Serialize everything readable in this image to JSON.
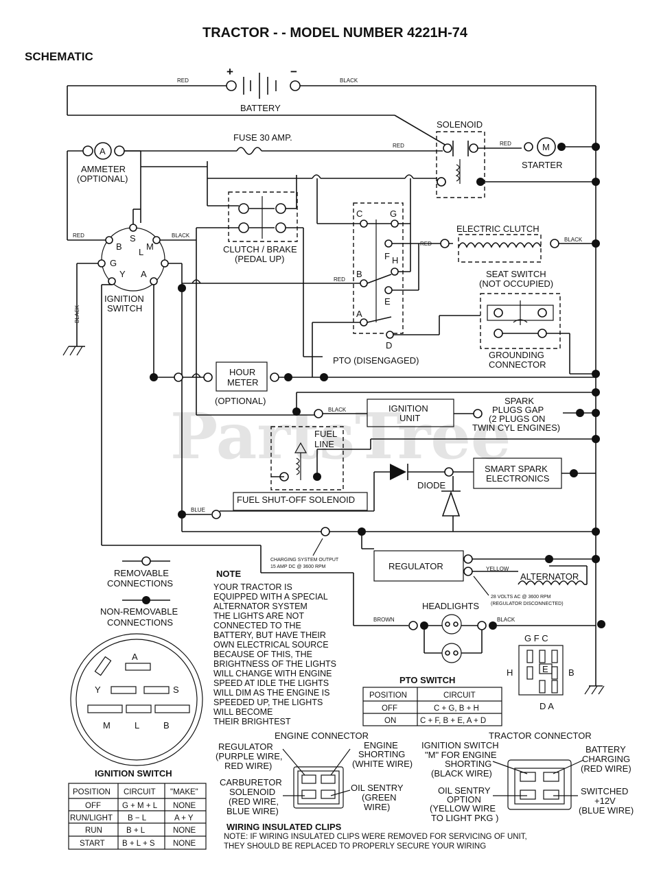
{
  "title": "TRACTOR - - MODEL NUMBER 4221H-74",
  "subtitle": "SCHEMATIC",
  "watermark": "PartsTree",
  "components": {
    "battery": "BATTERY",
    "battery_plus": "+",
    "battery_minus": "−",
    "solenoid": "SOLENOID",
    "starter": "STARTER",
    "starter_symbol": "M",
    "fuse": "FUSE 30 AMP.",
    "ammeter_symbol": "A",
    "ammeter_l1": "AMMETER",
    "ammeter_l2": "(OPTIONAL)",
    "clutch_brake_l1": "CLUTCH / BRAKE",
    "clutch_brake_l2": "(PEDAL UP)",
    "electric_clutch": "ELECTRIC CLUTCH",
    "seat_switch_l1": "SEAT SWITCH",
    "seat_switch_l2": "(NOT OCCUPIED)",
    "grounding_l1": "GROUNDING",
    "grounding_l2": "CONNECTOR",
    "pto_disengaged": "PTO (DISENGAGED)",
    "pto_letters": [
      "C",
      "G",
      "F",
      "H",
      "B",
      "E",
      "A",
      "D"
    ],
    "ignition_switch_l1": "IGNITION",
    "ignition_switch_l2": "SWITCH",
    "ign_letters": [
      "S",
      "B",
      "L",
      "M",
      "G",
      "Y",
      "A"
    ],
    "hour_meter_l1": "HOUR",
    "hour_meter_l2": "METER",
    "hour_meter_l3": "(OPTIONAL)",
    "ignition_unit_l1": "IGNITION",
    "ignition_unit_l2": "UNIT",
    "spark_l1": "SPARK",
    "spark_l2": "PLUGS GAP",
    "spark_l3": "(2 PLUGS ON",
    "spark_l4": "TWIN CYL  ENGINES)",
    "fuel_line_l1": "FUEL",
    "fuel_line_l2": "LINE",
    "fuel_solenoid": "FUEL SHUT-OFF SOLENOID",
    "diode": "DIODE",
    "smart_spark_l1": "SMART SPARK",
    "smart_spark_l2": "ELECTRONICS",
    "regulator": "REGULATOR",
    "alternator": "ALTERNATOR",
    "charging_l1": "CHARGING SYSTEM OUTPUT",
    "charging_l2": "15 AMP DC @ 3600 RPM",
    "alt_volts_l1": "28 VOLTS AC @ 3600 RPM",
    "alt_volts_l2": "(REGULATOR DISCONNECTED)",
    "headlights": "HEADLIGHTS"
  },
  "wire_labels": {
    "red": "RED",
    "black": "BLACK",
    "blue": "BLUE",
    "yellow": "YELLOW",
    "brown": "BROWN"
  },
  "legend": {
    "removable_l1": "REMOVABLE",
    "removable_l2": "CONNECTIONS",
    "nonremovable_l1": "NON-REMOVABLE",
    "nonremovable_l2": "CONNECTIONS"
  },
  "note": {
    "heading": "NOTE",
    "lines": [
      "YOUR TRACTOR IS",
      "EQUIPPED WITH A SPECIAL",
      "ALTERNATOR SYSTEM",
      "THE LIGHTS ARE NOT",
      "CONNECTED TO THE",
      "BATTERY, BUT HAVE THEIR",
      "OWN ELECTRICAL SOURCE",
      "BECAUSE OF THIS, THE",
      "BRIGHTNESS OF THE LIGHTS",
      "WILL CHANGE WITH ENGINE",
      "SPEED   AT IDLE THE LIGHTS",
      "WILL DIM   AS THE ENGINE IS",
      "SPEEDED UP, THE LIGHTS",
      "WILL BECOME",
      "THEIR BRIGHTEST"
    ]
  },
  "ignition_face": {
    "letters": [
      "A",
      "Y",
      "S",
      "M",
      "L",
      "B"
    ],
    "caption": "IGNITION SWITCH"
  },
  "ignition_table": {
    "headers": [
      "POSITION",
      "CIRCUIT",
      "\"MAKE\""
    ],
    "rows": [
      [
        "OFF",
        "G + M + L",
        "NONE"
      ],
      [
        "RUN/LIGHT",
        "B − L",
        "A + Y"
      ],
      [
        "RUN",
        "B + L",
        "NONE"
      ],
      [
        "START",
        "B + L + S",
        "NONE"
      ]
    ]
  },
  "pto_table": {
    "caption": "PTO SWITCH",
    "headers": [
      "POSITION",
      "CIRCUIT"
    ],
    "rows": [
      [
        "OFF",
        "C + G, B + H"
      ],
      [
        "ON",
        "C + F, B + E, A + D"
      ]
    ]
  },
  "pto_face": {
    "top": "G F C",
    "left": "H",
    "right": "B",
    "center": "E",
    "bottom": "D A"
  },
  "engine_connector": {
    "title": "ENGINE CONNECTOR",
    "regulator_l1": "REGULATOR",
    "regulator_l2": "(PURPLE WIRE,",
    "regulator_l3": "RED WIRE)",
    "shorting_l1": "ENGINE",
    "shorting_l2": "SHORTING",
    "shorting_l3": "(WHITE WIRE)",
    "carb_l1": "CARBURETOR",
    "carb_l2": "SOLENOID",
    "carb_l3": "(RED WIRE,",
    "carb_l4": "BLUE WIRE)",
    "oil_l1": "OIL SENTRY",
    "oil_l2": "(GREEN",
    "oil_l3": "WIRE)"
  },
  "tractor_connector": {
    "title": "TRACTOR CONNECTOR",
    "ign_l1": "IGNITION SWITCH",
    "ign_l2": "\"M\" FOR ENGINE",
    "ign_l3": "SHORTING",
    "ign_l4": "(BLACK WIRE)",
    "batt_l1": "BATTERY",
    "batt_l2": "CHARGING",
    "batt_l3": "(RED WIRE)",
    "oil_l1": "OIL SENTRY",
    "oil_l2": "OPTION",
    "oil_l3": "(YELLOW WIRE",
    "oil_l4": "TO LIGHT PKG )",
    "sw_l1": "SWITCHED",
    "sw_l2": "+12V",
    "sw_l3": "(BLUE WIRE)"
  },
  "clips": {
    "title": "WIRING INSULATED CLIPS",
    "l1": "NOTE: IF WIRING INSULATED CLIPS WERE REMOVED FOR SERVICING OF UNIT,",
    "l2": "THEY SHOULD BE REPLACED TO PROPERLY SECURE YOUR WIRING"
  }
}
